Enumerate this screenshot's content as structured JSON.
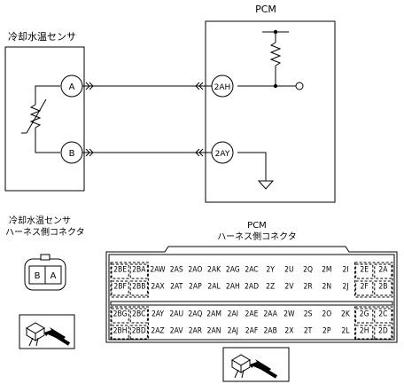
{
  "titles": {
    "pcm": "PCM",
    "sensor": "冷却水温センサ",
    "sensor_connector_line1": "冷却水温センサ",
    "sensor_connector_line2": "ハーネス側コネクタ",
    "pcm_connector_line1": "PCM",
    "pcm_connector_line2": "ハーネス側コネクタ"
  },
  "sensor_terminals": {
    "a": "A",
    "b": "B"
  },
  "pcm_terminals": {
    "t1": "2AH",
    "t2": "2AY"
  },
  "small_connector_pins": [
    "B",
    "A"
  ],
  "pcm_connector": {
    "rows": [
      [
        "2BE",
        "2BA",
        "2AW",
        "2AS",
        "2AO",
        "2AK",
        "2AG",
        "2AC",
        "2Y",
        "2U",
        "2Q",
        "2M",
        "2I",
        "2E",
        "2A"
      ],
      [
        "2BF",
        "2BB",
        "2AX",
        "2AT",
        "2AP",
        "2AL",
        "2AH",
        "2AD",
        "2Z",
        "2V",
        "2R",
        "2N",
        "2J",
        "2F",
        "2B"
      ],
      [
        "2BG",
        "2BC",
        "2AY",
        "2AU",
        "2AQ",
        "2AM",
        "2AI",
        "2AE",
        "2AA",
        "2W",
        "2S",
        "2O",
        "2K",
        "2G",
        "2C"
      ],
      [
        "2BH",
        "2BD",
        "2AZ",
        "2AV",
        "2AR",
        "2AN",
        "2AJ",
        "2AF",
        "2AB",
        "2X",
        "2T",
        "2P",
        "2L",
        "2H",
        "2D"
      ]
    ]
  }
}
